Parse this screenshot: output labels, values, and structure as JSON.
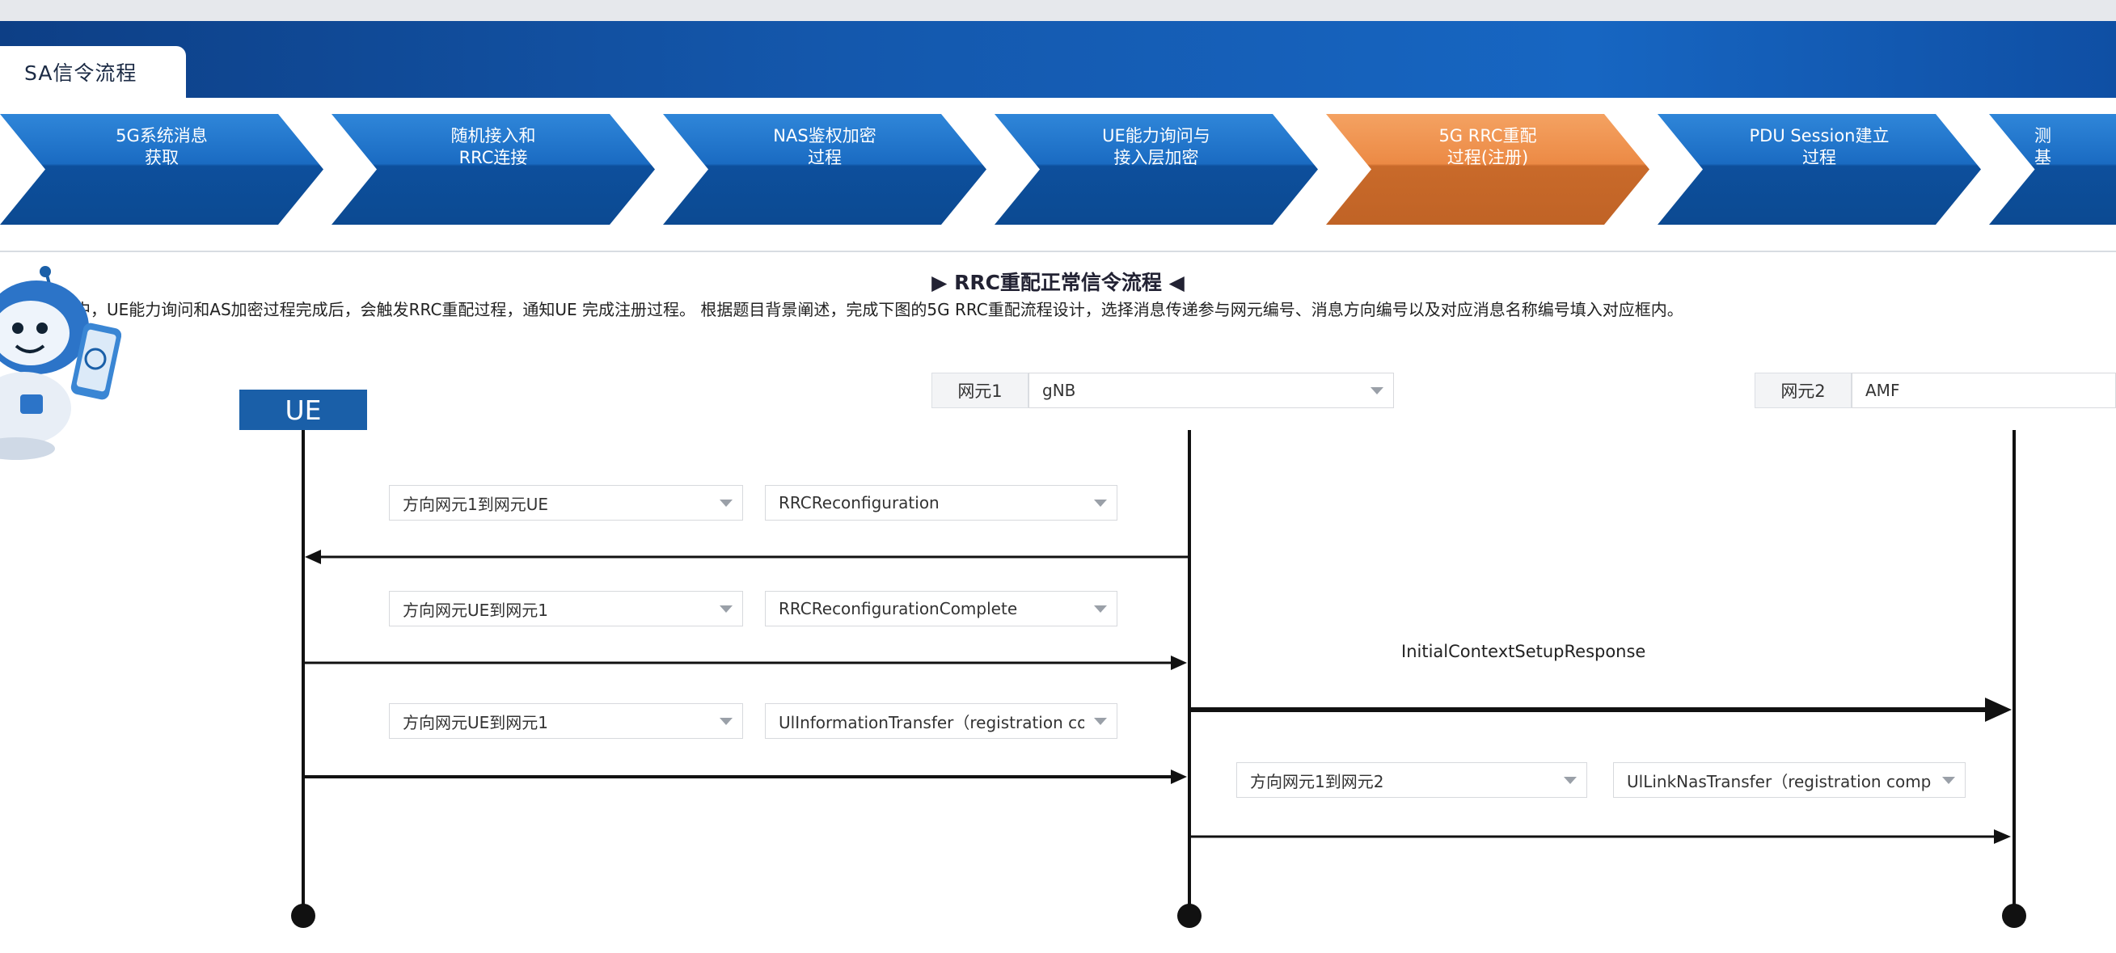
{
  "tab": {
    "label": "SA信令流程"
  },
  "steps": [
    {
      "label": "5G系统消息\n获取",
      "active": false
    },
    {
      "label": "随机接入和\nRRC连接",
      "active": false
    },
    {
      "label": "NAS鉴权加密\n过程",
      "active": false
    },
    {
      "label": "UE能力询问与\n接入层加密",
      "active": false
    },
    {
      "label": "5G RRC重配\n过程(注册)",
      "active": true
    },
    {
      "label": "PDU Session建立\n过程",
      "active": false
    },
    {
      "label": "测\n基",
      "active": false
    }
  ],
  "title": "▶ RRC重配正常信令流程 ◀",
  "description": "过程中，UE能力询问和AS加密过程完成后，会触发RRC重配过程，通知UE 完成注册过程。 根据题目背景阐述，完成下图的5G RRC重配流程设计，选择消息传递参与网元编号、消息方向编号以及对应消息名称编号填入对应框内。",
  "ue_label": "UE",
  "ne1": {
    "label": "网元1",
    "value": "gNB"
  },
  "ne2": {
    "label": "网元2",
    "value": "AMF"
  },
  "messages": [
    {
      "direction": "方向网元1到网元UE",
      "name": "RRCReconfiguration"
    },
    {
      "direction": "方向网元UE到网元1",
      "name": "RRCReconfigurationComplete"
    },
    {
      "direction": "方向网元UE到网元1",
      "name": "UlInformationTransfer（registration complete）"
    },
    {
      "direction": "方向网元1到网元2",
      "name": "UlLinkNasTransfer（registration complete）"
    }
  ],
  "static_message": "InitialContextSetupResponse"
}
